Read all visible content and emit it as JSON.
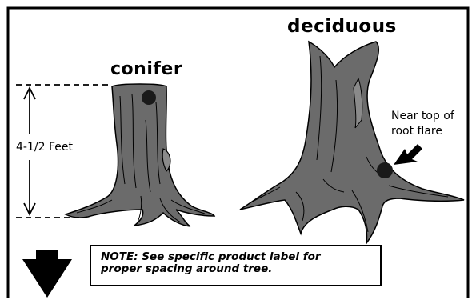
{
  "diagram": {
    "conifer_label": "conifer",
    "deciduous_label": "deciduous",
    "height_label": "4-1/2 Feet",
    "pointer_label_line1": "Near top of",
    "pointer_label_line2": "root flare",
    "note_line1": "NOTE: See specific product label for",
    "note_line2": "proper spacing around tree."
  },
  "colors": {
    "trunk_fill": "#6b6b6b",
    "outline": "#000000",
    "background": "#ffffff",
    "marker_dot": "#1a1a1a"
  },
  "icons": [
    "double-arrow-icon",
    "down-arrow-icon",
    "pointer-arrow-icon",
    "marker-dot-icon"
  ]
}
